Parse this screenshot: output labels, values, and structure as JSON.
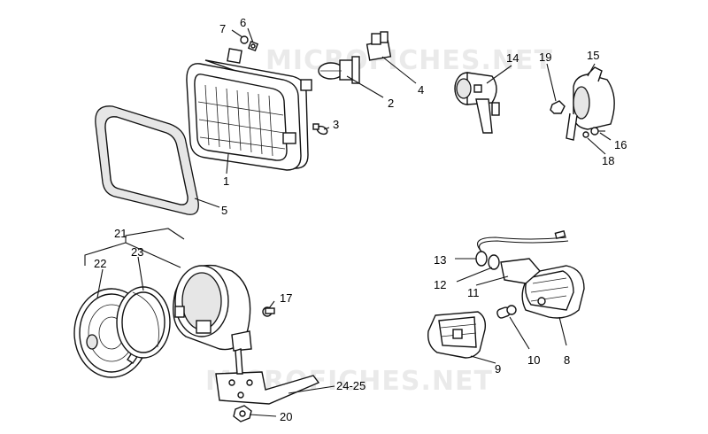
{
  "watermark": "MICROFICHES.NET",
  "callouts": {
    "c1": "1",
    "c2": "2",
    "c3": "3",
    "c4": "4",
    "c5": "5",
    "c6": "6",
    "c7": "7",
    "c8": "8",
    "c9": "9",
    "c10": "10",
    "c11": "11",
    "c12": "12",
    "c13": "13",
    "c14": "14",
    "c15": "15",
    "c16": "16",
    "c17": "17",
    "c18": "18",
    "c19": "19",
    "c20": "20",
    "c21": "21",
    "c22": "22",
    "c23": "23",
    "c24_25": "24-25"
  }
}
